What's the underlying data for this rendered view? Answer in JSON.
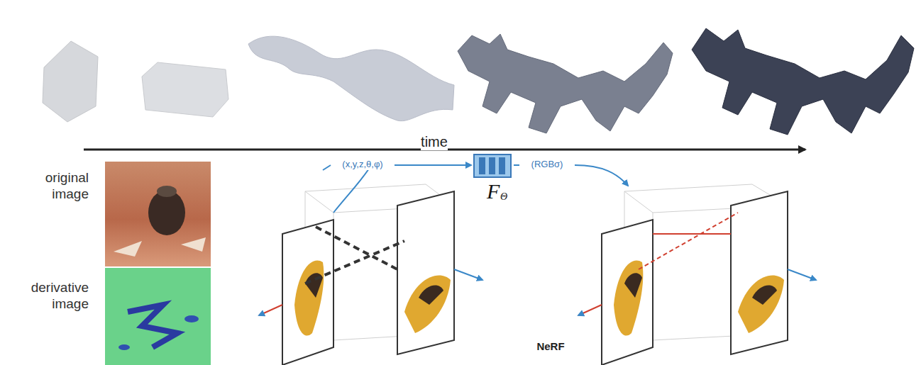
{
  "diagram": {
    "labels": [
      "time",
      "original image",
      "derivative image",
      "(x,y,z,θ,φ)",
      "F",
      "Θ",
      "(RGBσ)",
      "NeRF"
    ]
  }
}
